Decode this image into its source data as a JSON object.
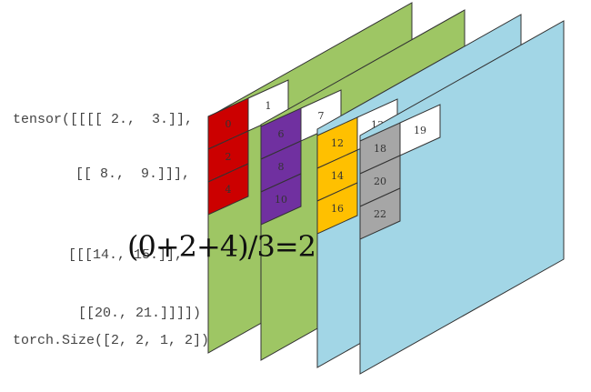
{
  "code": {
    "line1": "tensor([[[[ 2.,  3.]],",
    "line2": "[[ 8.,  9.]]],",
    "line3": "[[[14., 15.]],",
    "line4": "[[20., 21.]]]])",
    "line5": "torch.Size([2, 2, 1, 2])"
  },
  "formula": "(0+2+4)/3=2",
  "colors": {
    "green": "#9ec664",
    "blue": "#a2d6e6",
    "red": "#cc0000",
    "purple": "#7030a0",
    "yellow": "#ffc000",
    "gray": "#a6a6a6",
    "white": "#ffffff",
    "outline": "#333333"
  },
  "planes": [
    {
      "name": "plane-1",
      "color": "green",
      "cells": [
        {
          "label": "0",
          "color": "red"
        },
        {
          "label": "1",
          "color": "white"
        },
        {
          "label": "2",
          "color": "red"
        },
        {
          "label": "4",
          "color": "red"
        }
      ]
    },
    {
      "name": "plane-2",
      "color": "green",
      "cells": [
        {
          "label": "6",
          "color": "purple"
        },
        {
          "label": "7",
          "color": "white"
        },
        {
          "label": "8",
          "color": "purple"
        },
        {
          "label": "10",
          "color": "purple"
        }
      ]
    },
    {
      "name": "plane-3",
      "color": "blue",
      "cells": [
        {
          "label": "12",
          "color": "yellow"
        },
        {
          "label": "13",
          "color": "white"
        },
        {
          "label": "14",
          "color": "yellow"
        },
        {
          "label": "16",
          "color": "yellow"
        }
      ]
    },
    {
      "name": "plane-4",
      "color": "blue",
      "cells": [
        {
          "label": "18",
          "color": "gray"
        },
        {
          "label": "19",
          "color": "white"
        },
        {
          "label": "20",
          "color": "gray"
        },
        {
          "label": "22",
          "color": "gray"
        }
      ]
    }
  ]
}
